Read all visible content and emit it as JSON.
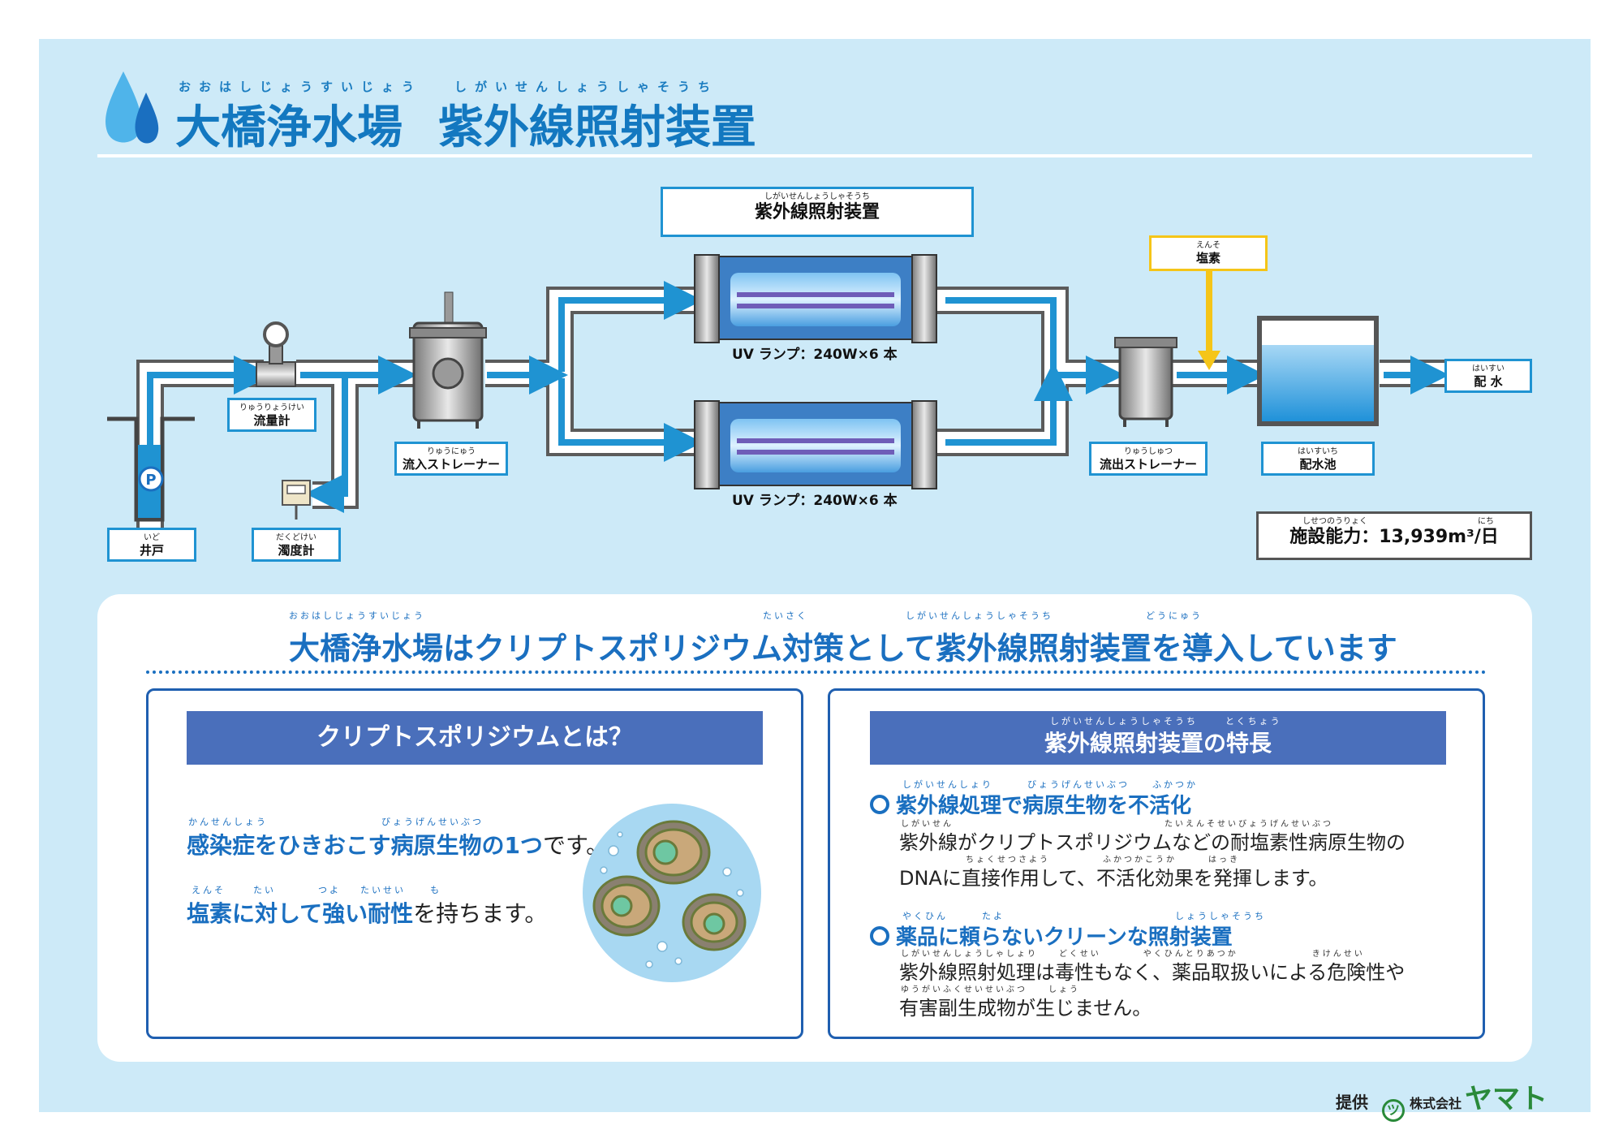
{
  "header": {
    "ruby_left": "おおはしじょうすいじょう",
    "ruby_right": "しがいせんしょうしゃそうち",
    "title_left": "大橋浄水場",
    "title_right": "紫外線照射装置"
  },
  "diagram": {
    "uv_device": {
      "ruby": "しがいせんしょうしゃそうち",
      "label": "紫外線照射装置"
    },
    "chlorine": {
      "ruby": "えんそ",
      "label": "塩素"
    },
    "well": {
      "ruby": "いど",
      "label": "井戸"
    },
    "flowmeter": {
      "ruby": "りゅうりょうけい",
      "label": "流量計"
    },
    "turbidimeter": {
      "ruby": "だくどけい",
      "label": "濁度計"
    },
    "inlet_strainer": {
      "ruby": "りゅうにゅう",
      "label": "流入ストレーナー"
    },
    "outlet_strainer": {
      "ruby": "りゅうしゅつ",
      "label": "流出ストレーナー"
    },
    "reservoir": {
      "ruby": "はいすいち",
      "label": "配水池"
    },
    "distribution": {
      "ruby": "はいすい",
      "label": "配 水"
    },
    "uv_lamp_top": "UV ランプ：240W×6 本",
    "uv_lamp_bottom": "UV ランプ：240W×6 本",
    "capacity": {
      "ruby_left": "しせつのうりょく",
      "ruby_right": "にち",
      "label": "施設能力：13,939m³/日"
    },
    "pump_symbol": "P"
  },
  "info": {
    "heading_ruby_1": "おおはしじょうすいじょう",
    "heading_ruby_2": "たいさく",
    "heading_ruby_3": "しがいせんしょうしゃそうち",
    "heading_ruby_4": "どうにゅう",
    "heading": "大橋浄水場はクリプトスポリジウム対策として紫外線照射装置を導入しています",
    "left": {
      "bar_title": "クリプトスポリジウムとは？",
      "line1_ruby_a": "かんせんしょう",
      "line1_ruby_b": "びょうげんせいぶつ",
      "line1_blue": "感染症をひきおこす病原生物の1つ",
      "line1_rest": "です。",
      "line2_ruby_a": "えんそ",
      "line2_ruby_b": "たい",
      "line2_ruby_c": "つよ",
      "line2_ruby_d": "たいせい",
      "line2_ruby_e": "も",
      "line2_blue": "塩素に対して強い耐性",
      "line2_rest": "を持ちます。"
    },
    "right": {
      "bar_ruby_a": "しがいせんしょうしゃそうち",
      "bar_ruby_b": "とくちょう",
      "bar_title": "紫外線照射装置の特長",
      "point1_ruby": "しがいせんしょり　　　びょうげんせいぶつ　　ふかつか",
      "point1_title": "紫外線処理で病原生物を不活化",
      "point1_r1": "しがいせん　　　　　　　　　　　　　　　　　　　　たいえんそせいびょうげんせいぶつ",
      "point1_l1": "紫外線がクリプトスポリジウムなどの耐塩素性病原生物の",
      "point1_r2": "ちょくせつさよう　　　　　ふかつかこうか　　　はっき",
      "point1_l2": "DNAに直接作用して、不活化効果を発揮します。",
      "point2_ruby": "やくひん　　　たよ　　　　　　　　　　　　　　　しょうしゃそうち",
      "point2_title": "薬品に頼らないクリーンな照射装置",
      "point2_r1": "しがいせんしょうしゃしょり　　どくせい　　　　やくひんとりあつか　　　　　　　きけんせい",
      "point2_l1": "紫外線照射処理は毒性もなく、薬品取扱いによる危険性や",
      "point2_r2": "ゆうがいふくせいせいぶつ　　しょう",
      "point2_l2": "有害副生成物が生じません。"
    }
  },
  "footer": {
    "provided": "提供",
    "company_small": "株式会社",
    "company_logo": "ヤマト"
  },
  "colors": {
    "panel_bg": "#cdeaf8",
    "accent_blue": "#1378c0",
    "pipe_blue": "#1f93d2",
    "chlorine_yellow": "#f5c518",
    "bar_blue": "#4a6fbb"
  }
}
